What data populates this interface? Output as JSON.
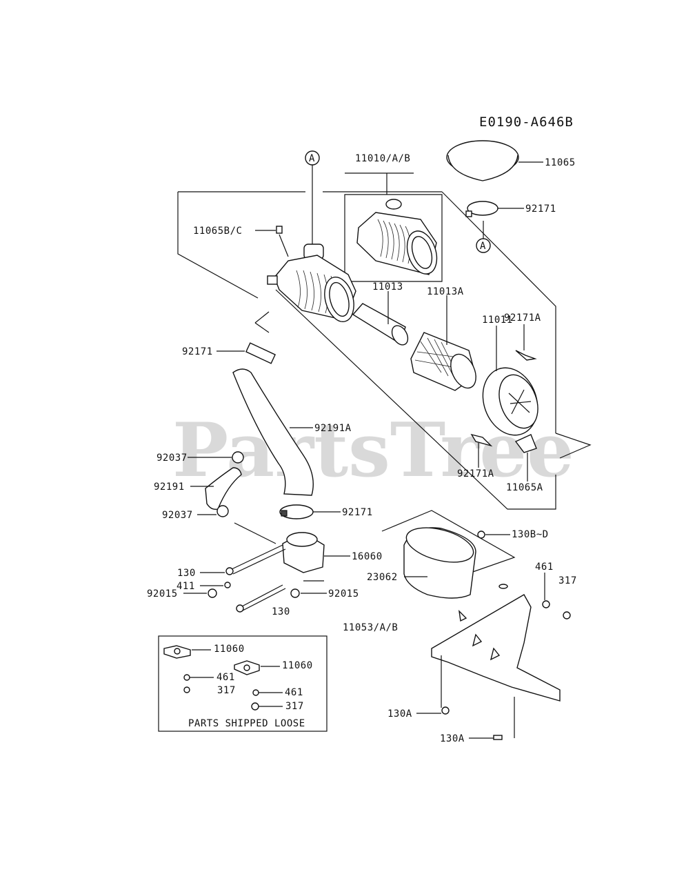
{
  "diagram_code": "E0190-A646B",
  "watermark": "PartsTree",
  "callout_letter": "A",
  "kit_box_caption": "PARTS SHIPPED LOOSE",
  "labels": {
    "p11010": "11010/A/B",
    "p11065": "11065",
    "p92171_top": "92171",
    "p11065BC": "11065B/C",
    "p11013": "11013",
    "p11013A": "11013A",
    "p92171A_top": "92171A",
    "p11011": "11011",
    "p92171_left": "92171",
    "p92191A": "92191A",
    "p92037_a": "92037",
    "p92191": "92191",
    "p92171A_bottom": "92171A",
    "p11065A": "11065A",
    "p92037_b": "92037",
    "p92171_mid": "92171",
    "p130BD": "130B~D",
    "p16060": "16060",
    "p130_a": "130",
    "p411": "411",
    "p92015_a": "92015",
    "p92015_b": "92015",
    "p130_b": "130",
    "p23062": "23062",
    "p461_a": "461",
    "p317_a": "317",
    "p11053": "11053/A/B",
    "p11060_a": "11060",
    "p11060_b": "11060",
    "p461_b": "461",
    "p317_b": "317",
    "p461_c": "461",
    "p317_c": "317",
    "p130A_a": "130A",
    "p130A_b": "130A"
  }
}
